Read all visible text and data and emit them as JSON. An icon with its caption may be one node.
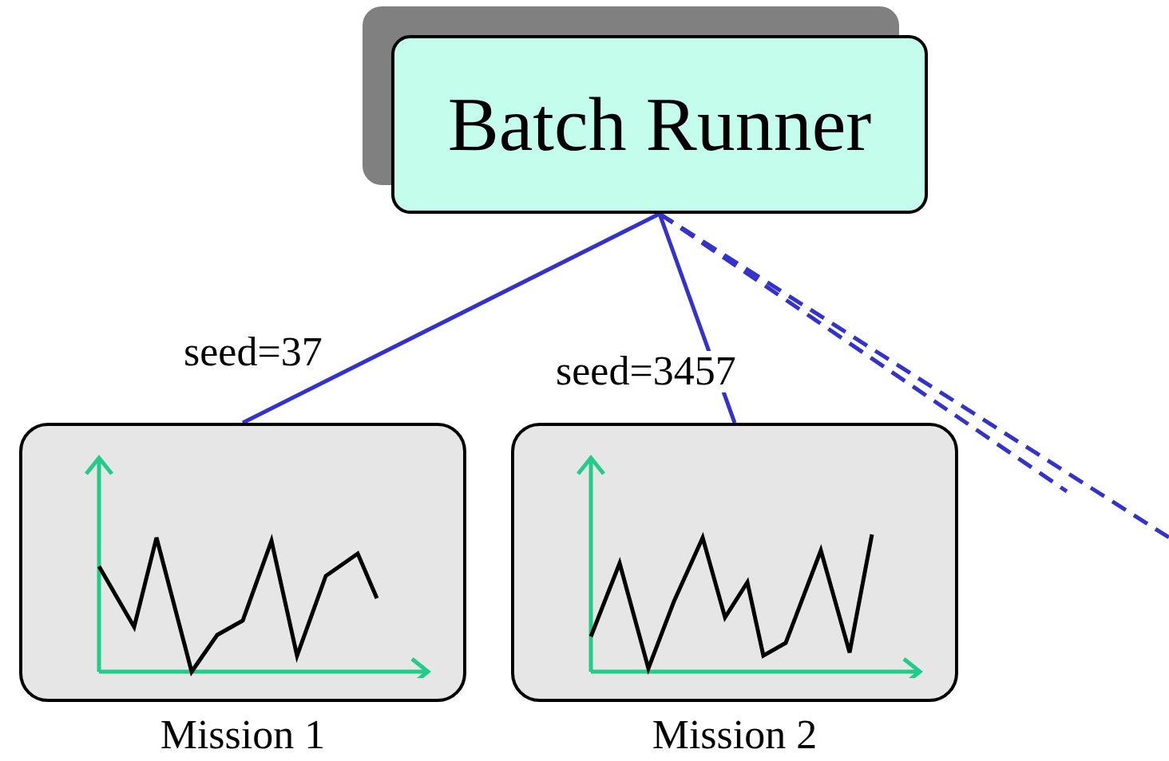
{
  "diagram": {
    "nodes": [
      {
        "text": [
          "Batch Runner"
        ]
      },
      {
        "text": [],
        "shape": "picture",
        "beside": [
          "Mission 1"
        ]
      },
      {
        "text": [],
        "shape": "picture",
        "beside": [
          "Mission 2"
        ]
      }
    ],
    "edges": [
      {
        "from": 0,
        "to": 1,
        "arrow": "none",
        "label": "seed=37"
      },
      {
        "from": 0,
        "to": 2,
        "arrow": "none",
        "label": "seed=3457"
      },
      {
        "from": 0,
        "to": null,
        "arrow": "none",
        "style": "dashed"
      },
      {
        "from": 0,
        "to": null,
        "arrow": "none",
        "style": "dashed"
      }
    ]
  }
}
